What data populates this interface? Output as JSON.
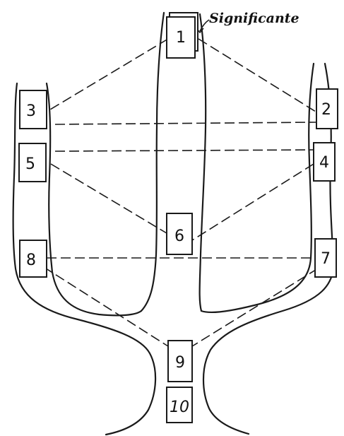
{
  "caption": "Significante",
  "boxes": [
    {
      "id": "1",
      "label": "1"
    },
    {
      "id": "2",
      "label": "2"
    },
    {
      "id": "3",
      "label": "3"
    },
    {
      "id": "4",
      "label": "4"
    },
    {
      "id": "5",
      "label": "5"
    },
    {
      "id": "6",
      "label": "6"
    },
    {
      "id": "7",
      "label": "7"
    },
    {
      "id": "8",
      "label": "8"
    },
    {
      "id": "9",
      "label": "9"
    },
    {
      "id": "10",
      "label": "10"
    }
  ],
  "connections": [
    [
      "1",
      "3"
    ],
    [
      "1",
      "2"
    ],
    [
      "3",
      "2"
    ],
    [
      "5",
      "4"
    ],
    [
      "5",
      "6"
    ],
    [
      "4",
      "6"
    ],
    [
      "8",
      "7"
    ],
    [
      "8",
      "9"
    ],
    [
      "7",
      "9"
    ]
  ]
}
